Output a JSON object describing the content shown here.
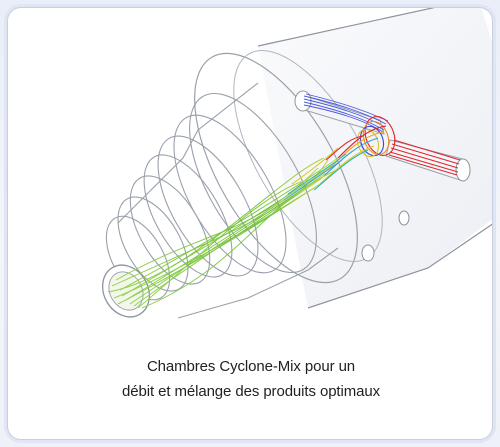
{
  "figure": {
    "subject": "Cyclone-Mix mixing chamber, transparent view with flow streamlines",
    "streamline_colors": {
      "inlet_blue": "#3a48d8",
      "inlet_red": "#e0262a",
      "mixing_zone": "#f0a51f",
      "outlet_green": "#7cc63a"
    }
  },
  "caption": {
    "line1": "Chambres Cyclone-Mix pour un",
    "line2": "débit et mélange des produits optimaux"
  }
}
